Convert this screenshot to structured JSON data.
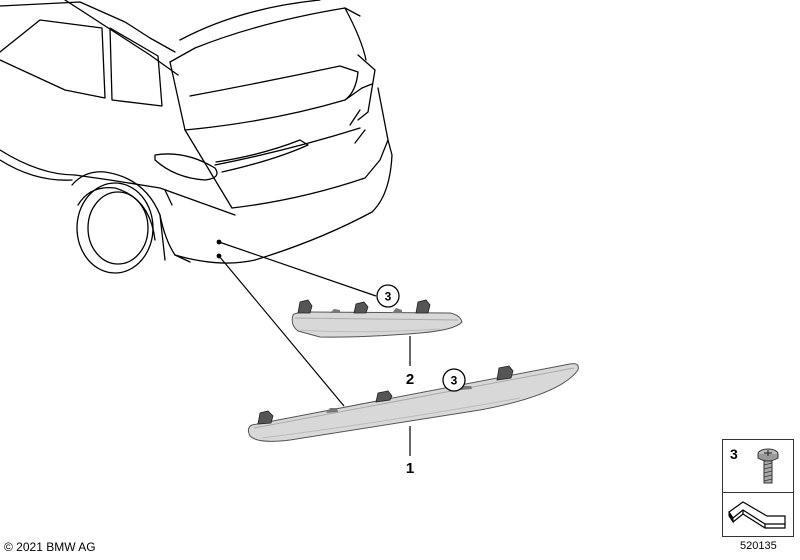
{
  "callouts": {
    "part1": "1",
    "part2": "2",
    "screw_ref_a": "3",
    "screw_ref_b": "3"
  },
  "legend": {
    "item_number": "3"
  },
  "footer": {
    "copyright": "© 2021 BMW AG",
    "diagram_number": "520135"
  },
  "icons": {
    "screw": "screw-icon",
    "arrow": "bent-arrow-icon"
  }
}
